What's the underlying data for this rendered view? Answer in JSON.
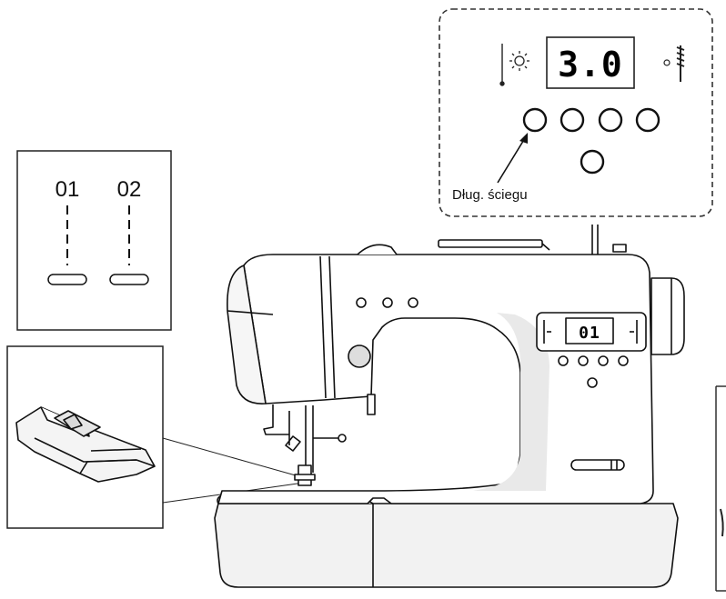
{
  "inset_display": {
    "stitch_length_value": "3.0",
    "callout_label": "Dług. ściegu"
  },
  "pattern_box": {
    "pattern_a": "01",
    "pattern_b": "02"
  },
  "machine_panel": {
    "pattern_number": "01"
  }
}
